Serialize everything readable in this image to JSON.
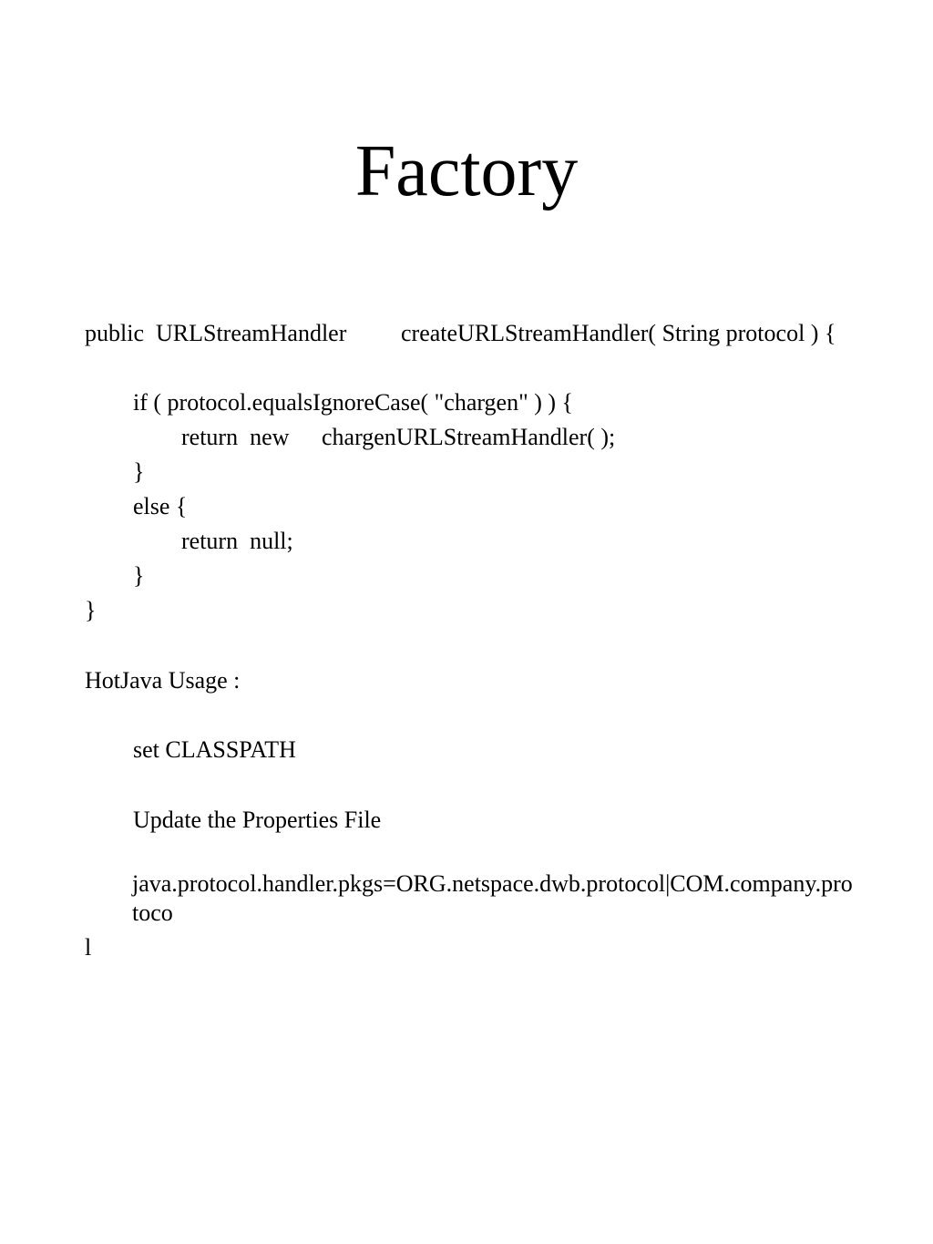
{
  "slide": {
    "title": "Factory"
  },
  "code": {
    "signature": {
      "modifier_return": "public  URLStreamHandler",
      "method": "createURLStreamHandler( String protocol ) {"
    },
    "if_line": "if ( protocol.equalsIgnoreCase( \"chargen\" ) ) {",
    "return_new": {
      "keywords": "return  new",
      "call": "chargenURLStreamHandler( );"
    },
    "close_if": "}",
    "else_line": "else {",
    "return_null": "return  null;",
    "close_else": "}",
    "close_method": "}"
  },
  "usage": {
    "heading": "HotJava Usage :",
    "step_classpath": "set CLASSPATH",
    "step_properties": "Update the Properties File",
    "property_line1": "java.protocol.handler.pkgs=ORG.netspace.dwb.protocol|COM.company.pro",
    "property_line2": "toco",
    "property_line3": "l"
  }
}
